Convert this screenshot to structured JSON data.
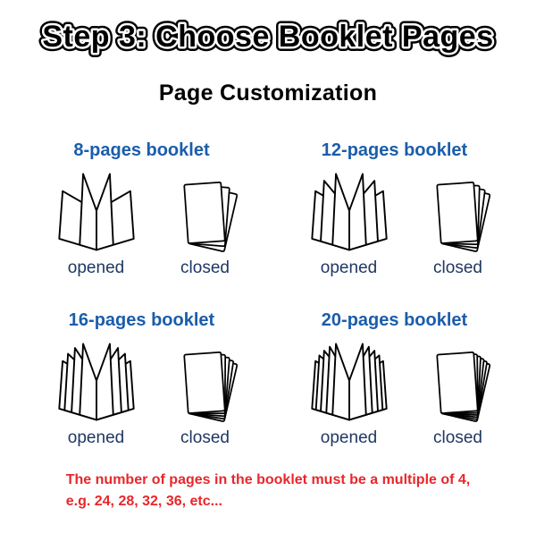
{
  "title": "Step 3: Choose Booklet Pages",
  "subtitle": "Page Customization",
  "captions": {
    "opened": "opened",
    "closed": "closed"
  },
  "options": [
    {
      "label": "8-pages booklet",
      "pages": 8
    },
    {
      "label": "12-pages booklet",
      "pages": 12
    },
    {
      "label": "16-pages booklet",
      "pages": 16
    },
    {
      "label": "20-pages booklet",
      "pages": 20
    }
  ],
  "note_lines": [
    "The number of pages in the booklet must be a multiple of 4,",
    "e.g. 24, 28, 32, 36, etc..."
  ],
  "colors": {
    "option_heading_blue": "#1a5dab",
    "caption_navy": "#1f3864",
    "note_red": "#e8272b",
    "line_black": "#000000",
    "background": "#ffffff"
  }
}
